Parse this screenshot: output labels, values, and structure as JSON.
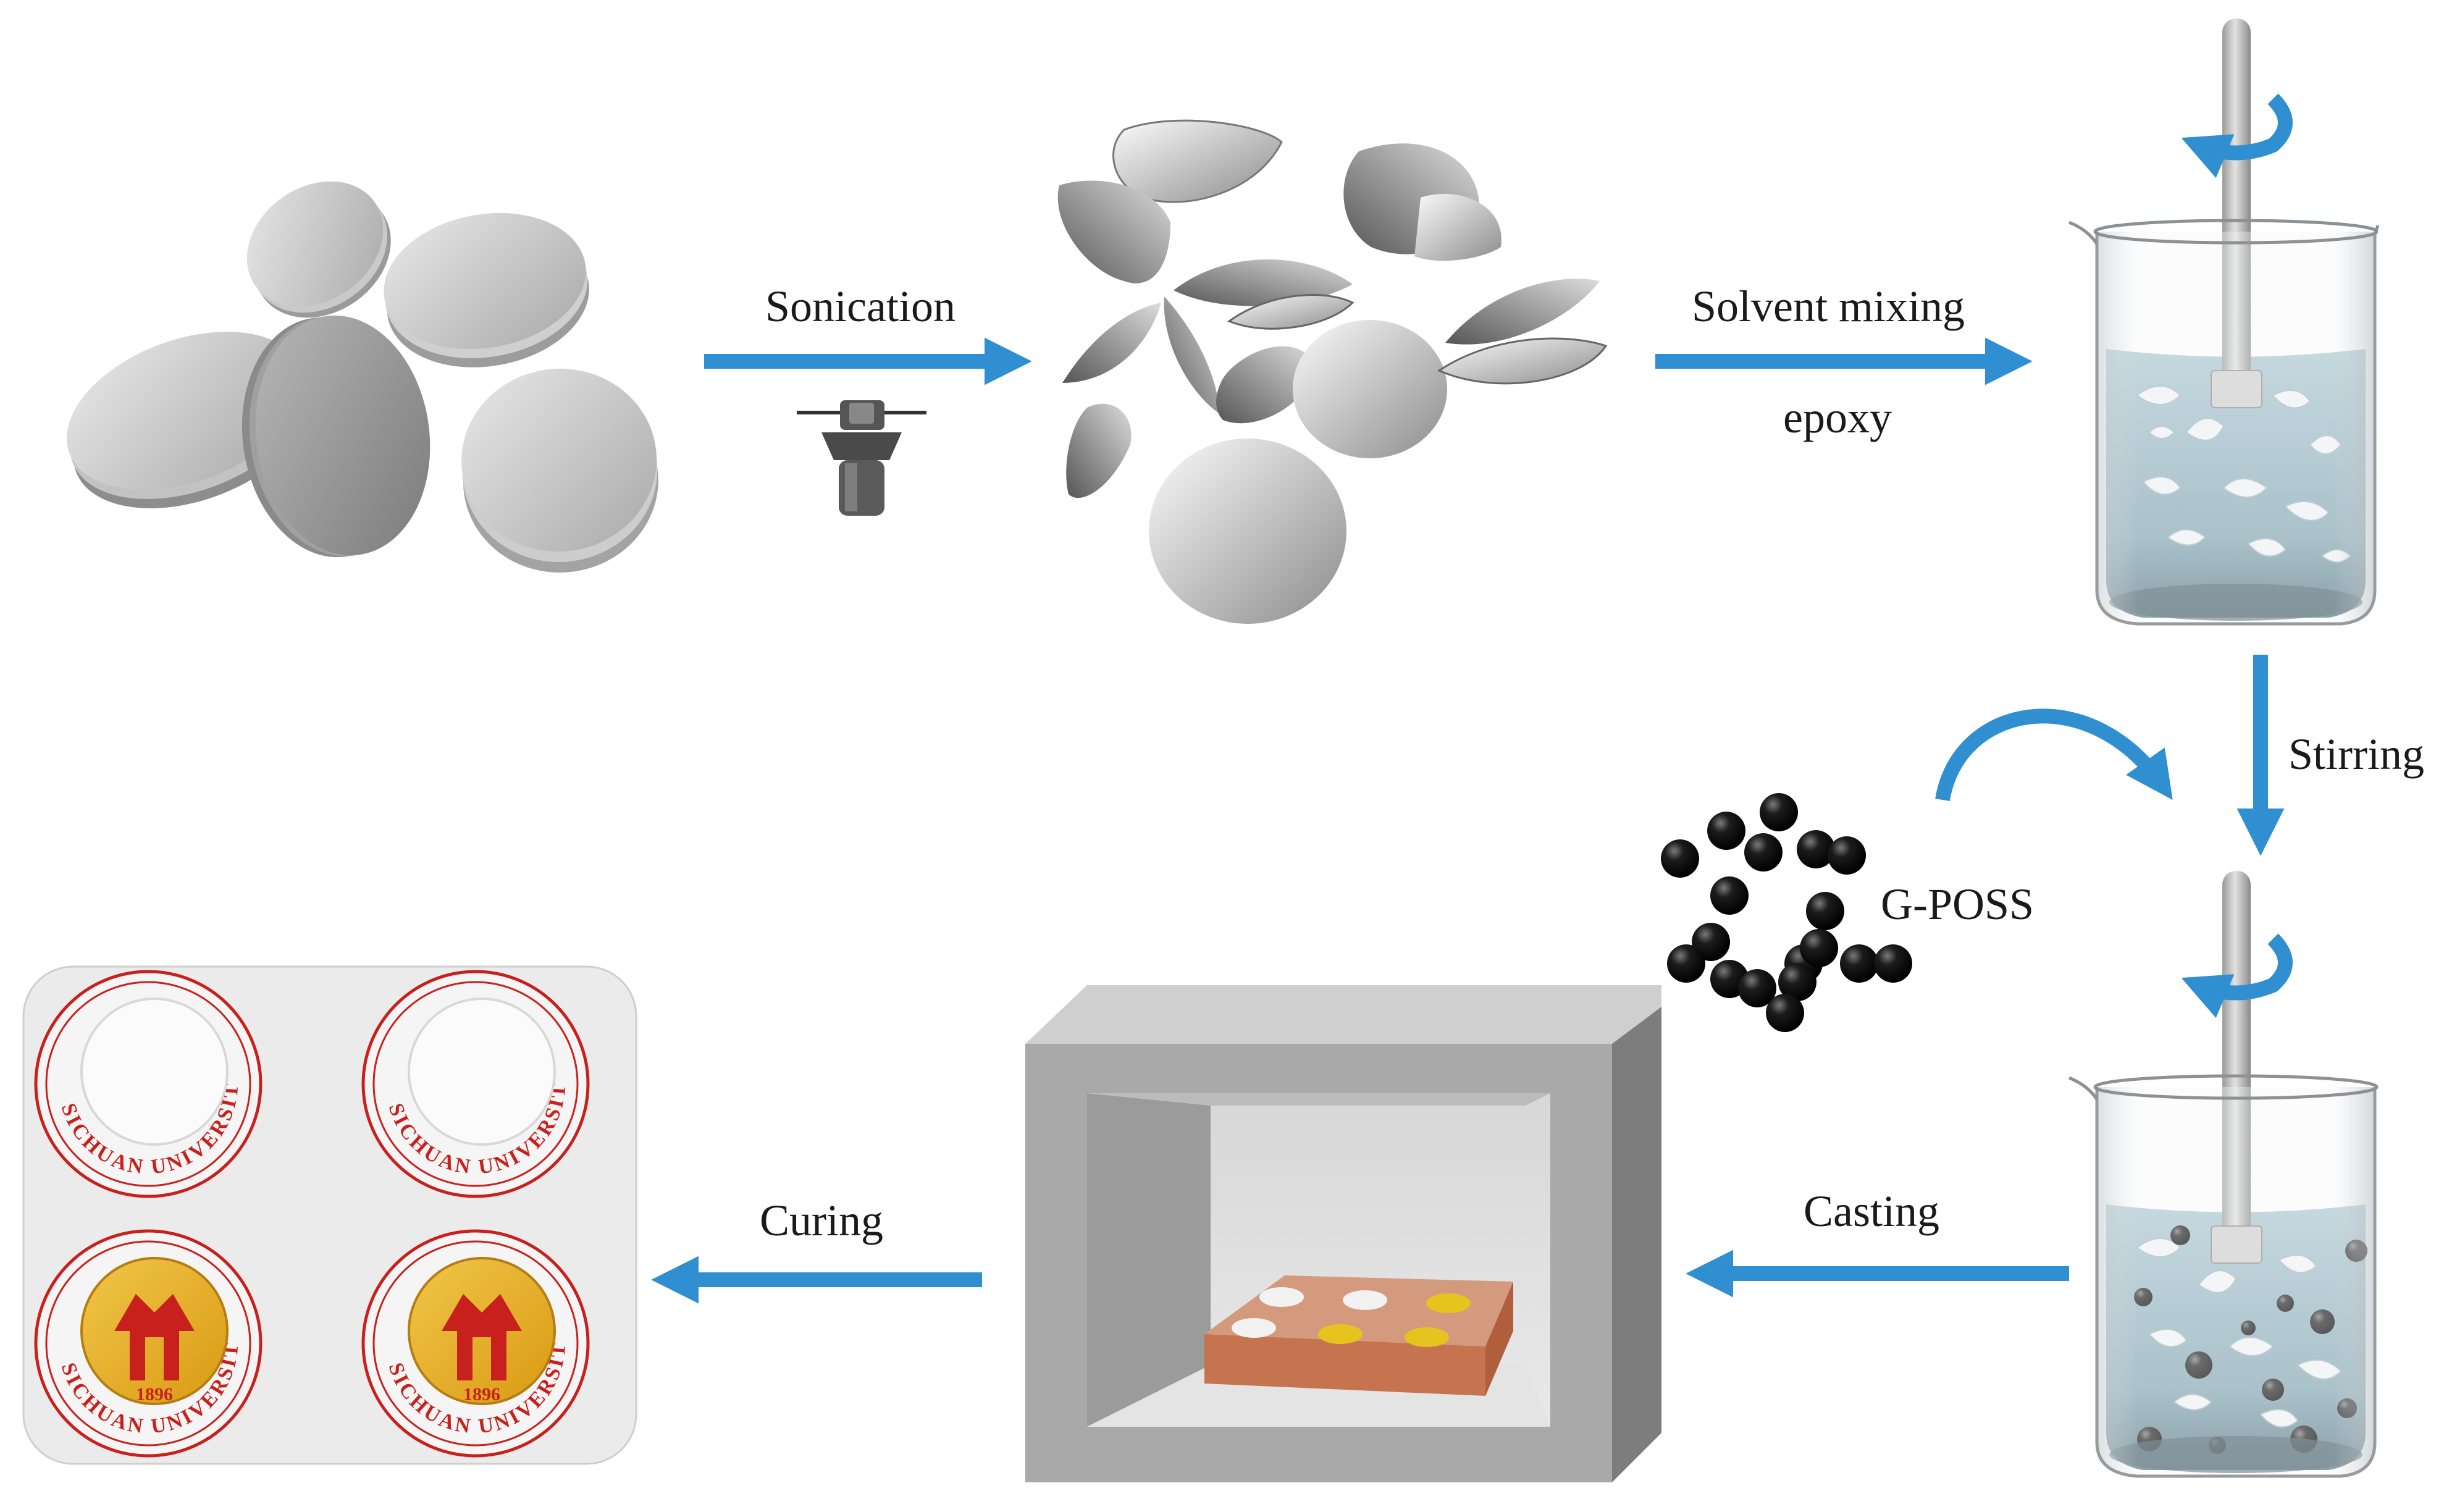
{
  "steps": {
    "sonication": "Sonication",
    "solvent_mixing": "Solvent mixing",
    "epoxy": "epoxy",
    "stirring": "Stirring",
    "g_poss": "G-POSS",
    "casting": "Casting",
    "curing": "Curing"
  },
  "photo": {
    "seal_ring_text": "SICHUAN UNIVERSITY",
    "seal_year": "1896"
  },
  "colors": {
    "arrow": "#2f8fd0",
    "liquid": "#7fa9b6",
    "cured_sample": "#e6b321",
    "seal_red": "#c8201c"
  }
}
